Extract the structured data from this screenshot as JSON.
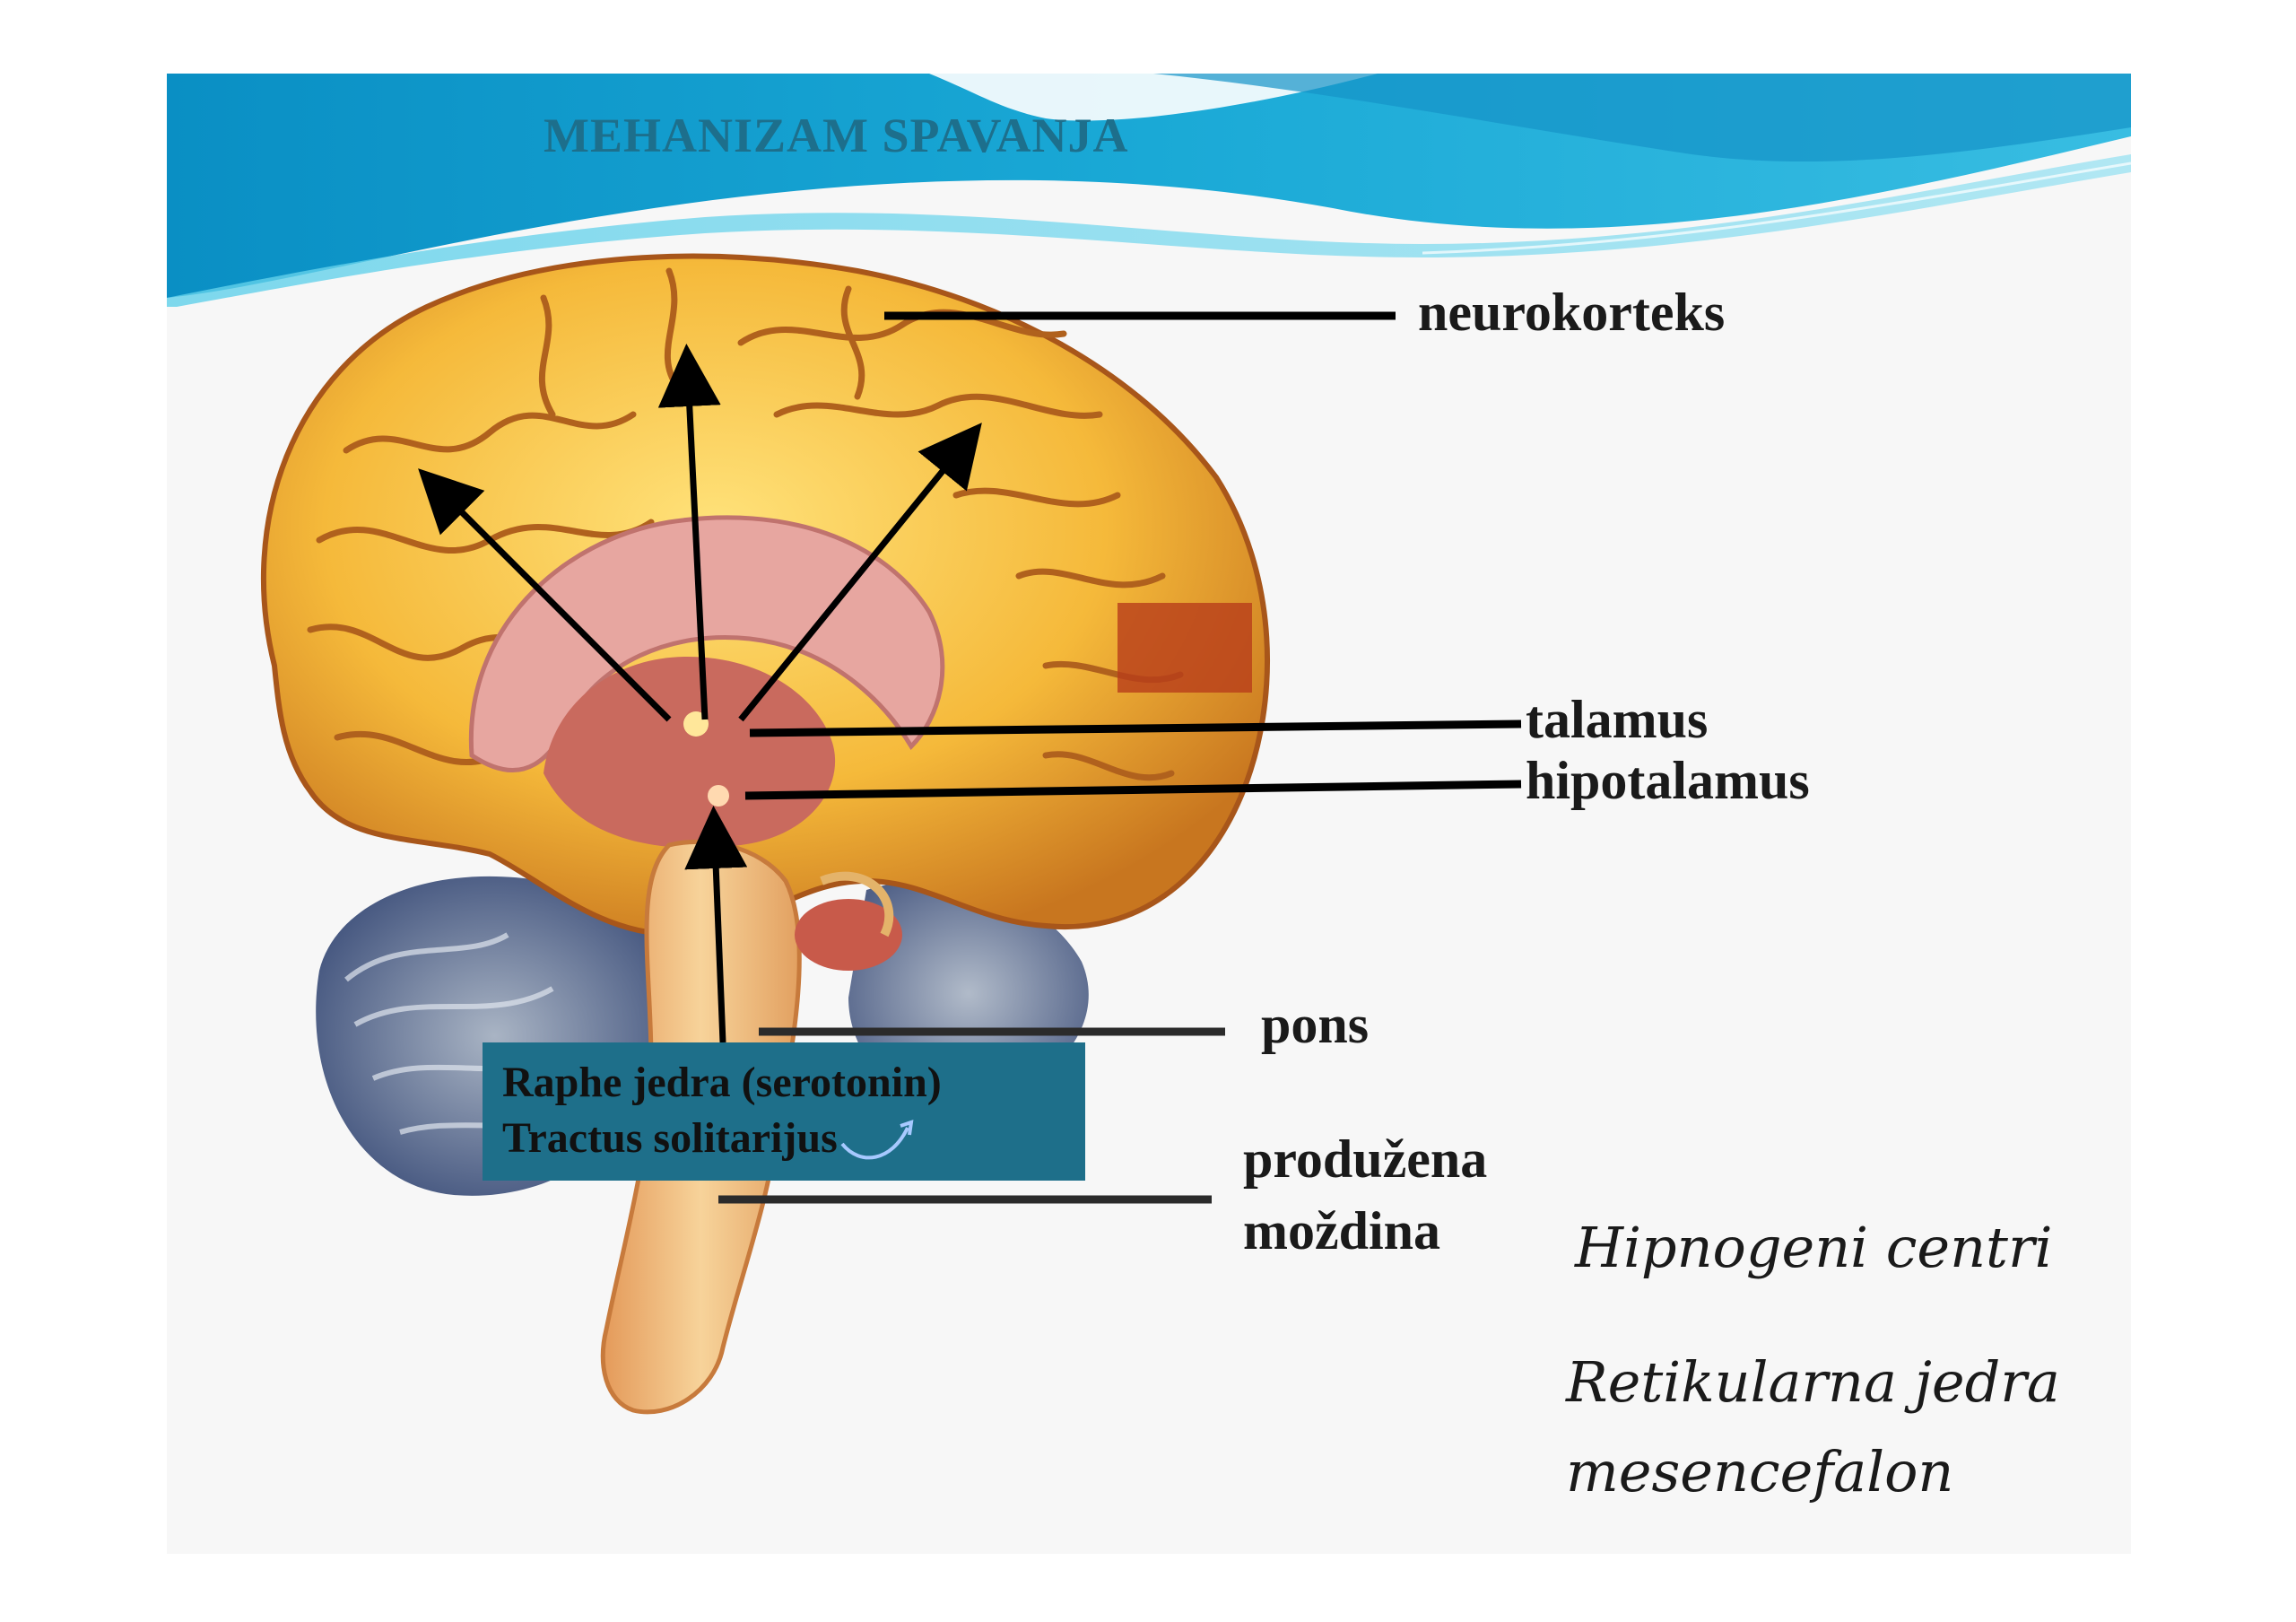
{
  "slide": {
    "title": "MEHANIZAM SPAVANJA"
  },
  "labels": {
    "neurokorteks": "neurokorteks",
    "talamus": "talamus",
    "hipotalamus": "hipotalamus",
    "pons": "pons",
    "produzena_line1": "produžena",
    "produzena_line2": "moždina"
  },
  "raphe_box": {
    "line1": "Raphe jedra (serotonin)",
    "line2": "Tractus solitarijus"
  },
  "centers": {
    "hipnogeni": "Hipnogeni centri",
    "retikularna_line1": "Retikularna jedra",
    "retikularna_line2": "mesencefalon"
  },
  "colors": {
    "banner_dark": "#0a8fc4",
    "banner_light": "#5fd0ea",
    "box_fill": "#1e6f8a",
    "cortex": "#f2b63a",
    "cortex_dark": "#b8651a",
    "cerebellum": "#6f7f9a",
    "brainstem": "#f0c27a"
  }
}
